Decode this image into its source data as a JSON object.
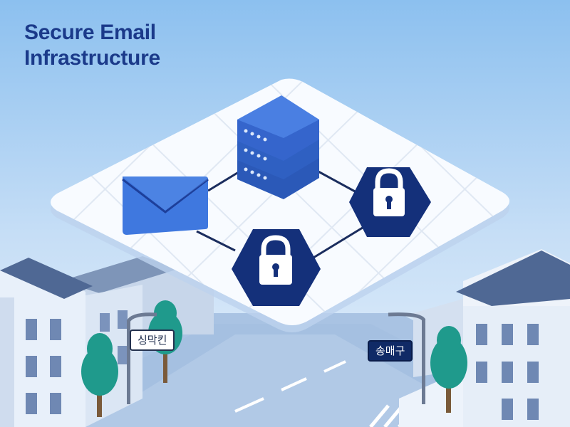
{
  "title": {
    "line1": "Secure Email",
    "line2": "Infrastructure"
  },
  "street_signs": {
    "left": "싱막킨",
    "right": "송매구"
  },
  "diagram": {
    "nodes": [
      {
        "id": "server",
        "icon": "server-stack-icon"
      },
      {
        "id": "email",
        "icon": "envelope-icon"
      },
      {
        "id": "lock-right",
        "icon": "padlock-icon",
        "shape": "hexagon"
      },
      {
        "id": "lock-bottom",
        "icon": "padlock-icon",
        "shape": "hexagon"
      }
    ],
    "links": [
      {
        "from": "email",
        "to": "server"
      },
      {
        "from": "server",
        "to": "lock-right"
      },
      {
        "from": "email",
        "to": "lock-bottom"
      },
      {
        "from": "lock-bottom",
        "to": "lock-right"
      }
    ]
  },
  "colors": {
    "sky_top": "#8cc0ef",
    "sky_bottom": "#e4f0fb",
    "title": "#1b3a8a",
    "server_blue": "#3a6fd8",
    "envelope_blue": "#3f78df",
    "hexagon_navy": "#14307a",
    "platform": "#f8fbff",
    "tree": "#1f9a8c"
  }
}
